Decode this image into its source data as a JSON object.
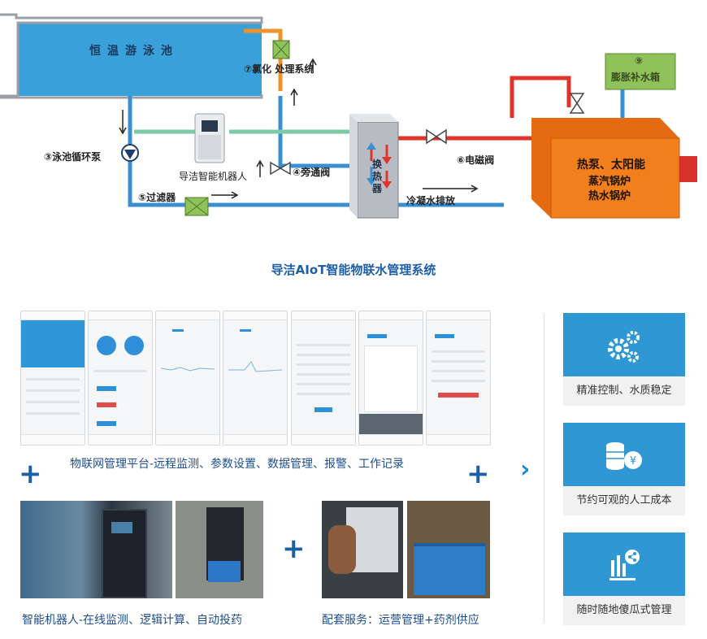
{
  "diagram": {
    "pool_label": "恒温游泳池",
    "labels": {
      "chlorination": "⑦氯化 处理系统",
      "circulation_pump": "③泳池循环泵",
      "robot": "导洁智能机器人",
      "bypass_valve": "④旁通阀",
      "heat_exchanger": "换热器",
      "solenoid_valve": "⑥电磁阀",
      "filter": "⑤过滤器",
      "condensate": "冷凝水排放",
      "expansion_tank_num": "⑨",
      "expansion_tank": "膨胀补水箱",
      "heat_source_1": "热泵、太阳能",
      "heat_source_2": "蒸汽锅炉",
      "heat_source_3": "热水锅炉"
    },
    "colors": {
      "pipe_blue": "#3a8fd0",
      "pipe_red": "#e0332a",
      "pipe_orange": "#f0922a",
      "pipe_green": "#7ccba8",
      "boiler": "#f07f1c",
      "tank": "#8fc25a"
    }
  },
  "system_title": "导洁AIoT智能物联水管理系统",
  "sections": {
    "platform_caption": "物联网管理平台-远程监测、参数设置、数据管理、报警、工作记录",
    "robot_caption": "智能机器人-在线监测、逻辑计算、自动投药",
    "service_caption": "配套服务：运营管理+药剂供应"
  },
  "features": [
    {
      "label": "精准控制、水质稳定",
      "icon": "gears-icon"
    },
    {
      "label": "节约可观的人工成本",
      "icon": "coins-icon"
    },
    {
      "label": "随时随地傻瓜式管理",
      "icon": "chart-share-icon"
    }
  ]
}
